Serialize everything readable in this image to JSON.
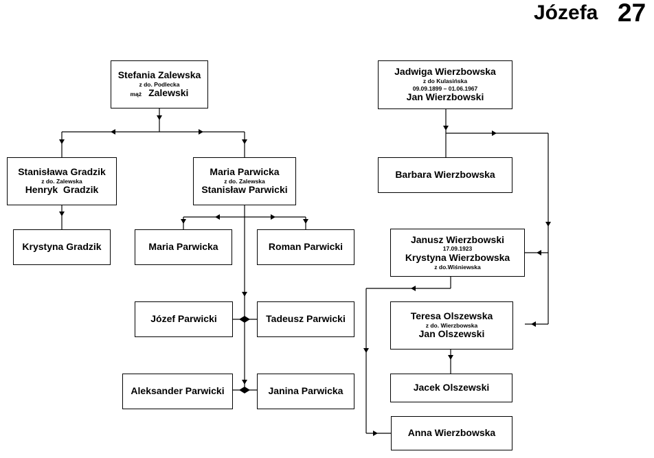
{
  "header": {
    "name": "Józefa",
    "page_number": "27"
  },
  "people": {
    "stefania": {
      "name": "Stefania Zalewska",
      "maiden": "z do. Podlecka",
      "spouse_prefix": "mąż",
      "spouse": "Zalewski"
    },
    "stanislawa": {
      "name": "Stanisława Gradzik",
      "maiden": "z do. Zalewska",
      "spouse": "Henryk  Gradzik"
    },
    "maria_p": {
      "name": "Maria Parwicka",
      "maiden": "z do. Zalewska",
      "spouse": "Stanisław Parwicki"
    },
    "krystyna_g": {
      "name": "Krystyna Gradzik"
    },
    "maria_child": {
      "name": "Maria Parwicka"
    },
    "roman": {
      "name": "Roman Parwicki"
    },
    "jozef": {
      "name": "Józef Parwicki"
    },
    "tadeusz": {
      "name": "Tadeusz Parwicki"
    },
    "aleksander": {
      "name": "Aleksander Parwicki"
    },
    "janina": {
      "name": "Janina Parwicka"
    },
    "jadwiga": {
      "name": "Jadwiga Wierzbowska",
      "maiden": "z do Kulasińska",
      "dates": "09.09.1899 – 01.06.1967",
      "spouse": "Jan Wierzbowski"
    },
    "barbara": {
      "name": "Barbara Wierzbowska"
    },
    "janusz": {
      "name": "Janusz Wierzbowski",
      "dates": "17.09.1923",
      "spouse": "Krystyna Wierzbowska",
      "spouse_maiden": "z do.Wiśniewska"
    },
    "teresa": {
      "name": "Teresa Olszewska",
      "maiden": "z do. Wierzbowska",
      "spouse": "Jan Olszewski"
    },
    "jacek": {
      "name": "Jacek Olszewski"
    },
    "anna": {
      "name": "Anna Wierzbowska"
    }
  }
}
